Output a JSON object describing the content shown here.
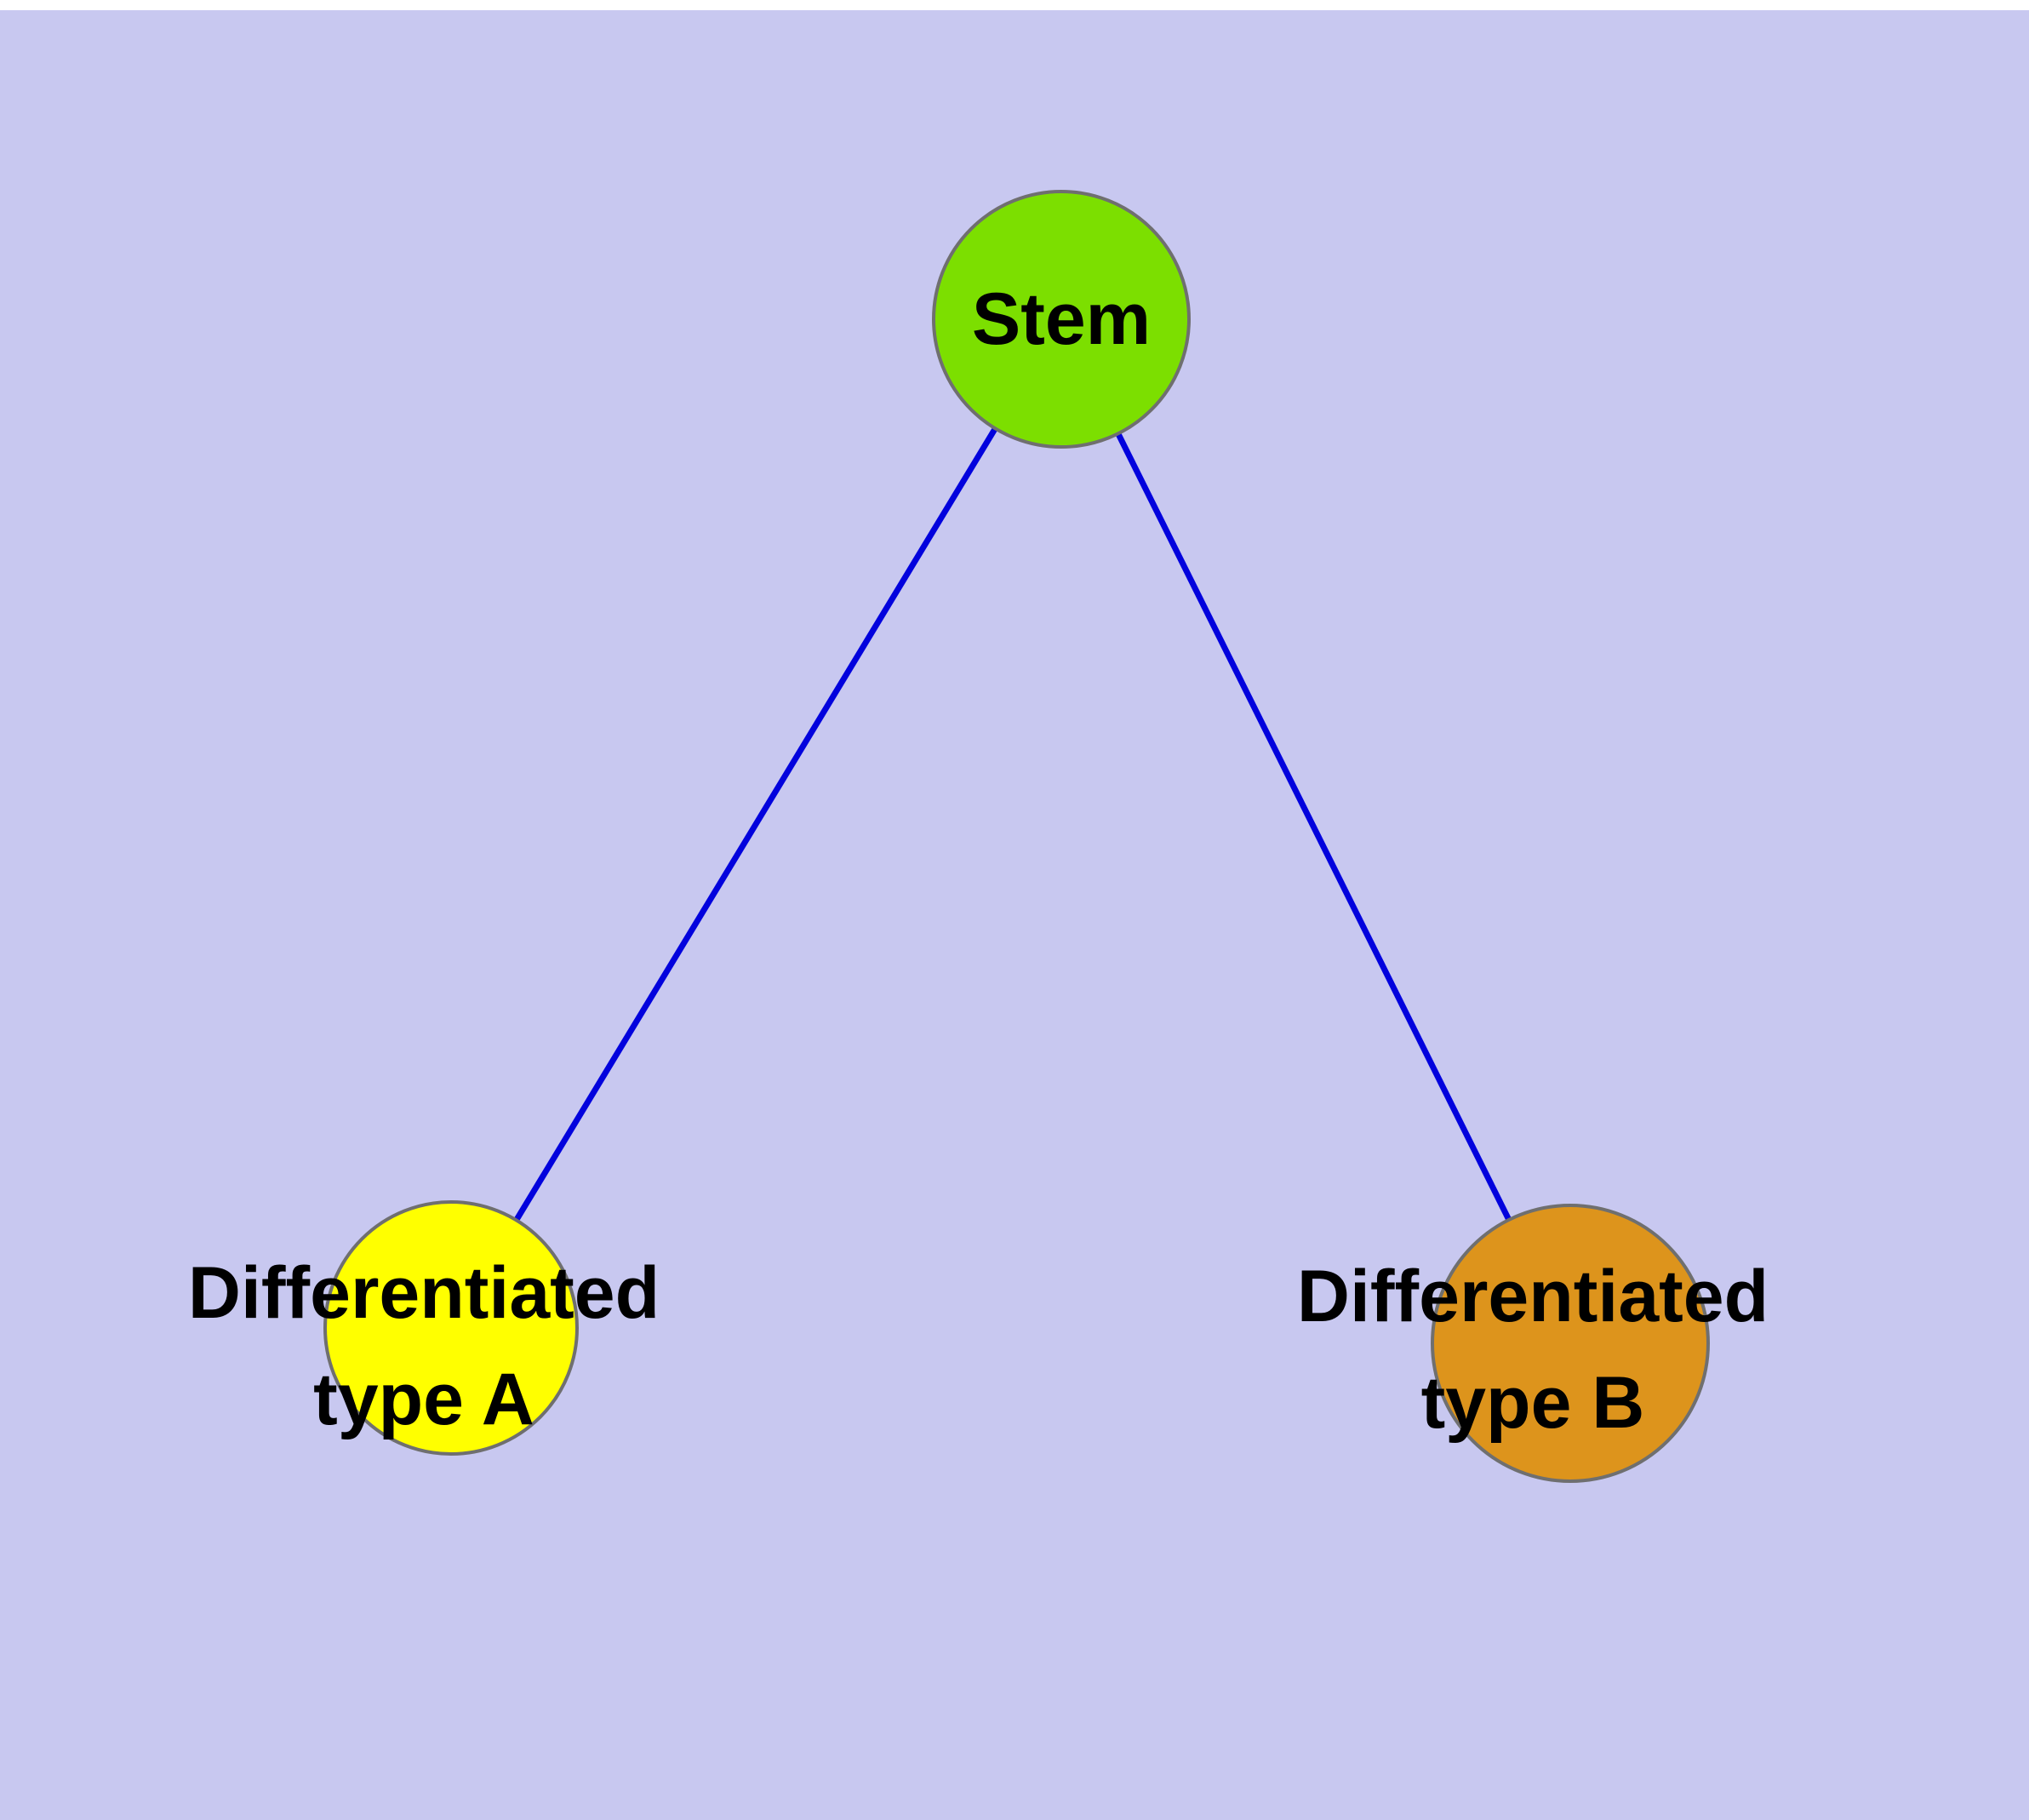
{
  "diagram": {
    "title": "",
    "background_color": "#c8c8f0",
    "edge_color": "#0202dd",
    "node_border_color": "#6f6f6f",
    "text_color": "#000000",
    "nodes": [
      {
        "id": "stem",
        "label": "Stem",
        "fill": "#7cdf00"
      },
      {
        "id": "typeA",
        "label": "Differentiated\ntype A",
        "fill": "#ffff00"
      },
      {
        "id": "typeB",
        "label": "Differentiated\ntype B",
        "fill": "#dd941c"
      }
    ],
    "edges": [
      {
        "from": "stem",
        "to": "typeA"
      },
      {
        "from": "stem",
        "to": "typeB"
      }
    ]
  }
}
